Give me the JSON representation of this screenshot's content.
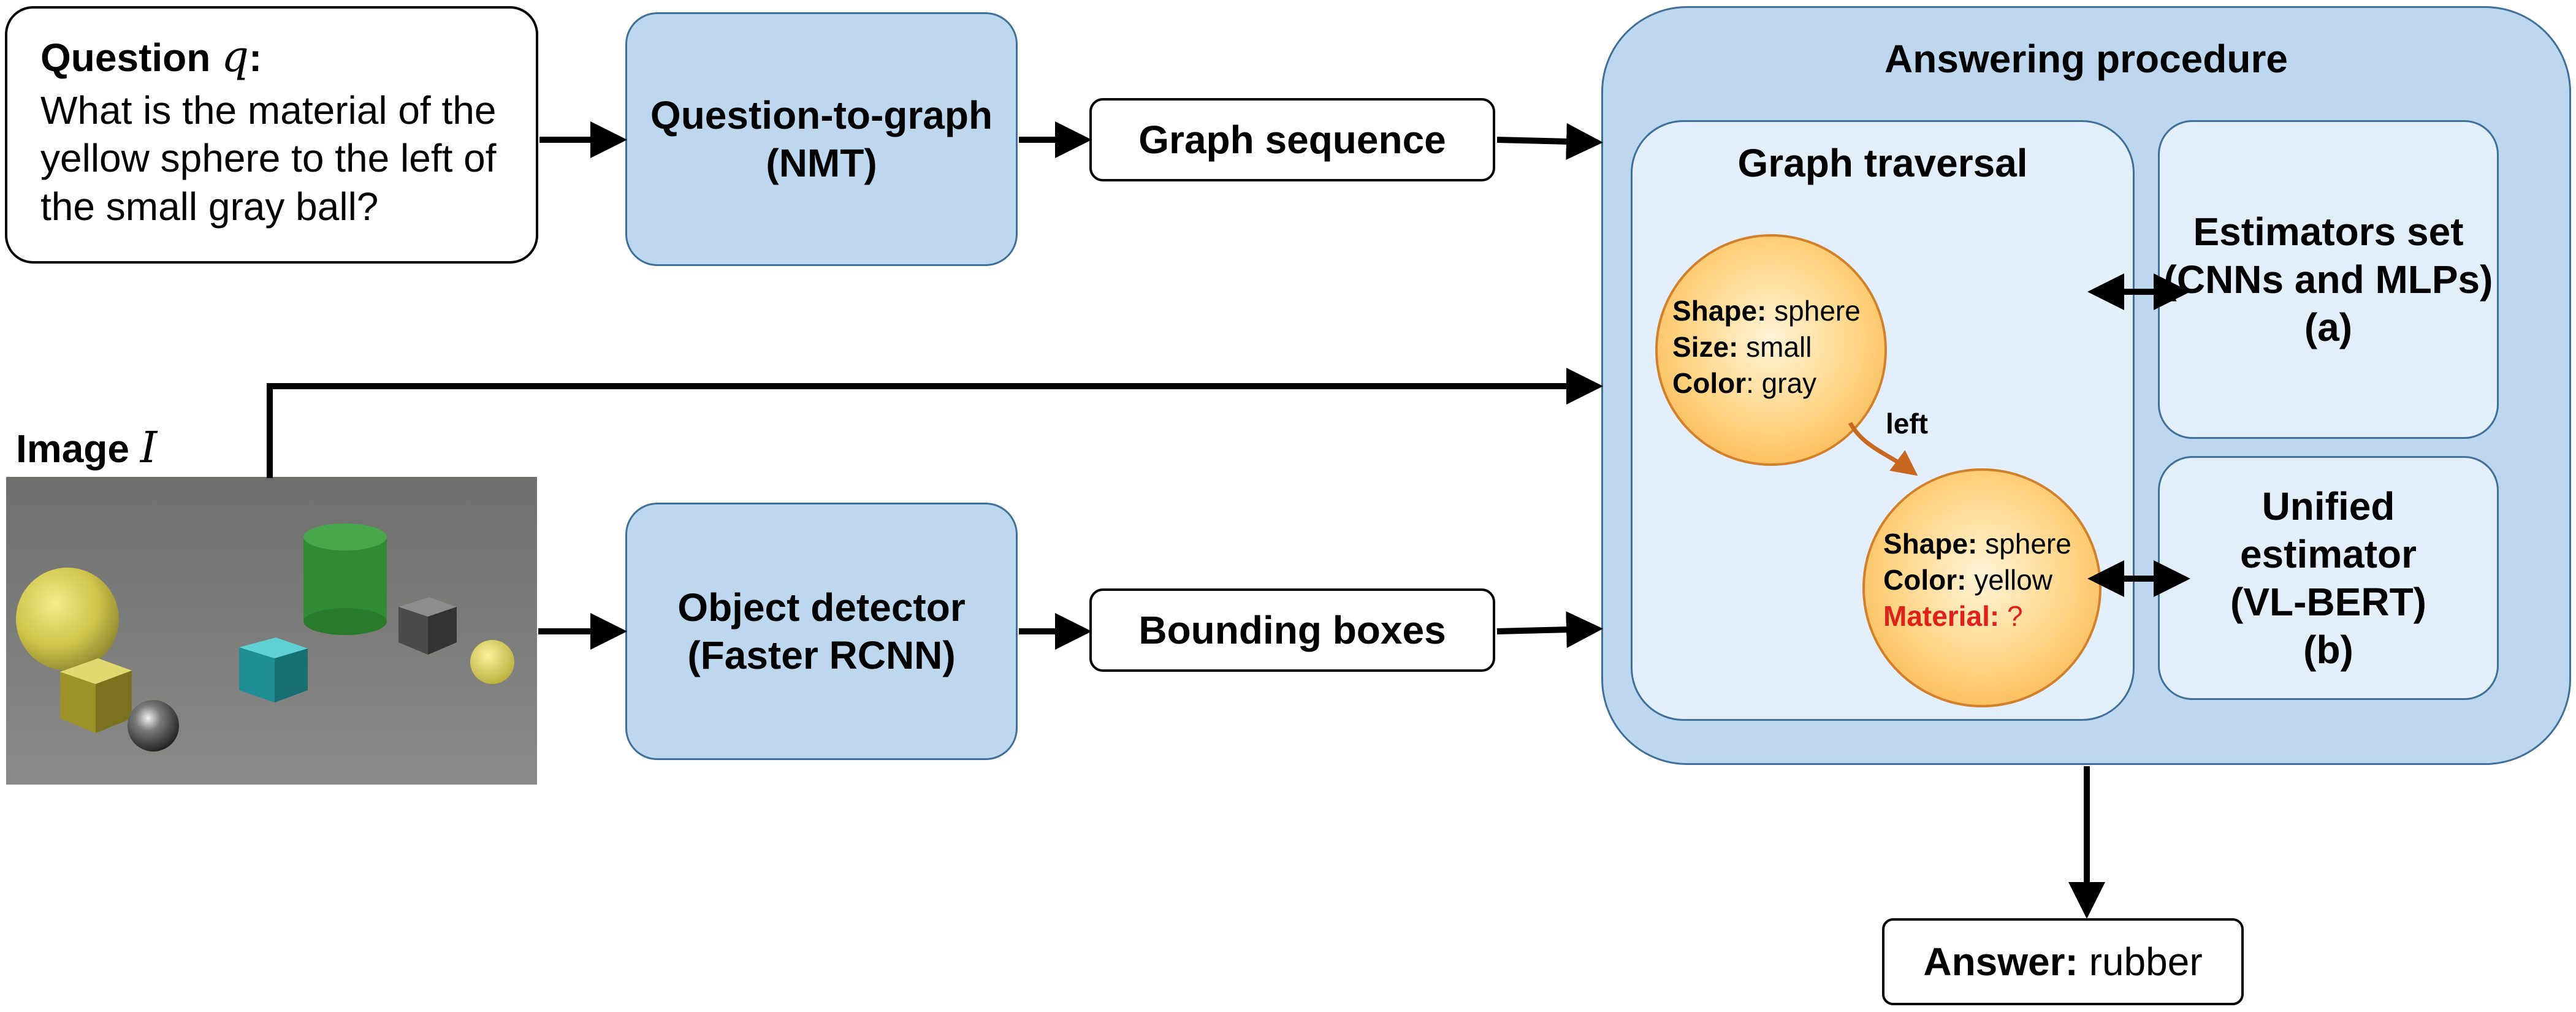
{
  "question": {
    "label": "Question",
    "symbol": "q",
    "colon": ":",
    "lines": [
      "What is the material of the",
      "yellow sphere to the left of",
      "the small gray ball?"
    ]
  },
  "question_to_graph": {
    "line1": "Question-to-graph",
    "line2": "(NMT)"
  },
  "graph_sequence": {
    "label": "Graph sequence"
  },
  "image": {
    "label": "Image",
    "symbol": "I",
    "background_color": "#7a7a79",
    "objects": [
      "yellow sphere",
      "gold cube",
      "metal sphere",
      "teal cube",
      "green cylinder",
      "gray cube",
      "small yellow sphere"
    ]
  },
  "object_detector": {
    "line1": "Object detector",
    "line2": "(Faster RCNN)"
  },
  "bounding_boxes": {
    "label": "Bounding boxes"
  },
  "answering_procedure": {
    "title": "Answering procedure"
  },
  "graph_traversal": {
    "title": "Graph traversal",
    "node1": {
      "shape_key": "Shape:",
      "shape_val": "sphere",
      "size_key": "Size:",
      "size_val": "small",
      "color_key": "Color",
      "color_val": ": gray"
    },
    "edge_label": "left",
    "node2": {
      "shape_key": "Shape:",
      "shape_val": "sphere",
      "color_key": "Color:",
      "color_val": "yellow",
      "material_key": "Material:",
      "material_val": "?"
    }
  },
  "estimators_set": {
    "line1": "Estimators set",
    "line2": "(CNNs and MLPs)",
    "line3": "(a)"
  },
  "unified_estimator": {
    "line1": "Unified",
    "line2": "estimator",
    "line3": "(VL-BERT)",
    "line4": "(b)"
  },
  "answer": {
    "key": "Answer:",
    "value": "rubber"
  },
  "colors": {
    "module_fill": "#bcd7ee",
    "panel_fill": "#e2eefa",
    "outline": "#3f6f9a",
    "node_outline": "#d3802a",
    "edge": "#c8671f",
    "material_highlight": "#e0201b"
  }
}
